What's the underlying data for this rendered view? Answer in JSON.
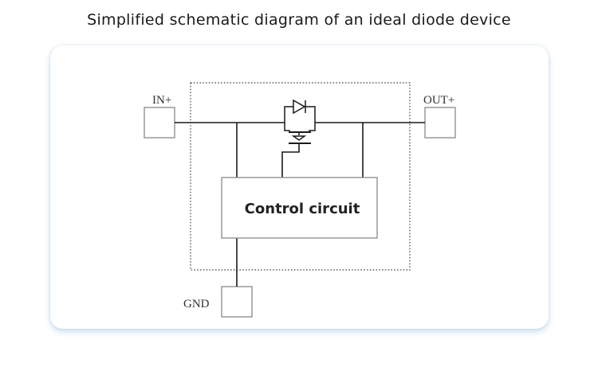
{
  "title": "Simplified schematic diagram of an ideal diode device",
  "labels": {
    "input": "IN+",
    "output": "OUT+",
    "ground": "GND",
    "controller": "Control circuit"
  },
  "colors": {
    "line": "#1a1a1a",
    "pin_border": "#888888",
    "card_shadow": "#78aad7"
  },
  "components": {
    "switch_icon": "mosfet-with-body-diode-icon"
  }
}
